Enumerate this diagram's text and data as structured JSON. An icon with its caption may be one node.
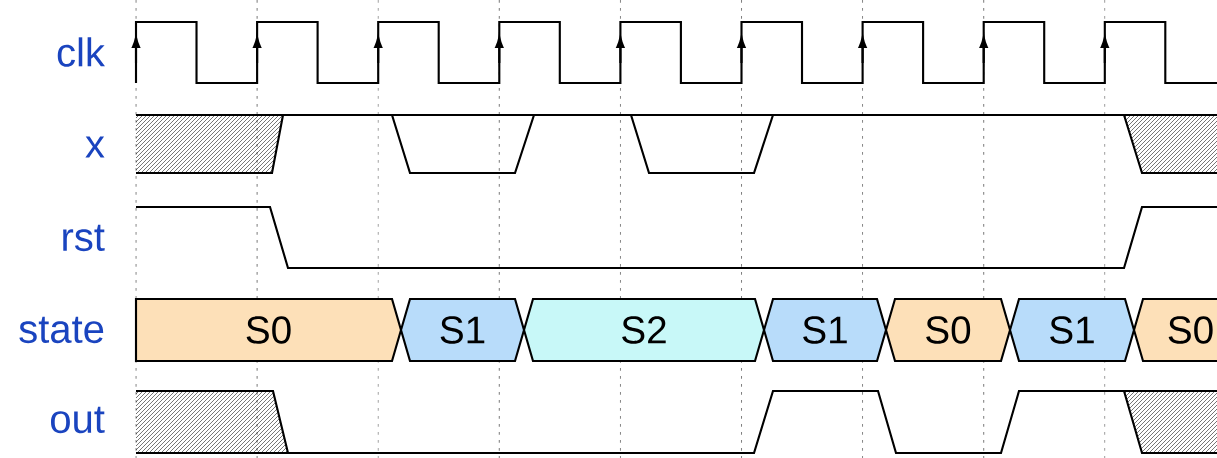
{
  "diagram": {
    "nodes": [
      {
        "text": [
          "S0"
        ]
      },
      {
        "text": [
          "S1"
        ]
      },
      {
        "text": [
          "S2"
        ]
      },
      {
        "text": [
          "S1"
        ]
      },
      {
        "text": [
          "S0"
        ]
      },
      {
        "text": [
          "S1"
        ]
      },
      {
        "text": [
          "S0"
        ]
      }
    ],
    "labels": [
      "clk",
      "x",
      "rst",
      "state",
      "out"
    ]
  }
}
